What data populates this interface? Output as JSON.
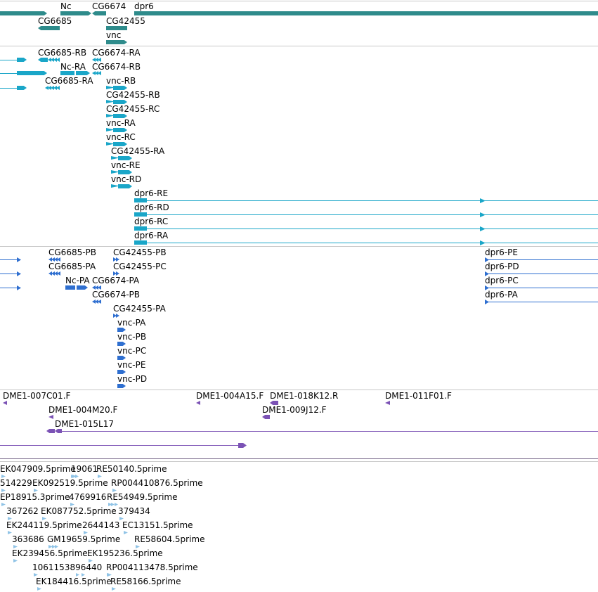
{
  "colors": {
    "gene": "#2e8b8b",
    "transcript": "#1aa6c8",
    "protein": "#2f6fd0",
    "clone": "#7b52b5",
    "est": "#8fc3e6"
  },
  "tracks": {
    "genes": {
      "labels": [
        "Nc",
        "CG6674",
        "dpr6",
        "CG6685",
        "CG42455",
        "vnc"
      ]
    },
    "transcripts": {
      "labels": [
        "CG6685-RB",
        "CG6674-RA",
        "Nc-RA",
        "CG6674-RB",
        "CG6685-RA",
        "vnc-RB",
        "CG42455-RB",
        "CG42455-RC",
        "vnc-RA",
        "vnc-RC",
        "CG42455-RA",
        "vnc-RE",
        "vnc-RD",
        "dpr6-RE",
        "dpr6-RD",
        "dpr6-RC",
        "dpr6-RA"
      ]
    },
    "proteins": {
      "labels": [
        "CG6685-PB",
        "CG42455-PB",
        "dpr6-PE",
        "CG6685-PA",
        "CG42455-PC",
        "dpr6-PD",
        "Nc-PA",
        "CG6674-PA",
        "dpr6-PC",
        "CG6674-PB",
        "dpr6-PA",
        "CG42455-PA",
        "vnc-PA",
        "vnc-PB",
        "vnc-PC",
        "vnc-PE",
        "vnc-PD"
      ]
    },
    "clones": {
      "labels": [
        "DME1-007C01.F",
        "DME1-004A15.F",
        "DME1-018K12.R",
        "DME1-011F01.F",
        "DME1-004M20.F",
        "DME1-009J12.F",
        "DME1-015L17"
      ]
    },
    "ests": {
      "labels": [
        "EK047909.5prime",
        "19061",
        "RE50140.5prime",
        "514229",
        "EK092519.5prime",
        "RP004410876.5prime",
        "EP18915.3prime",
        "4769916",
        "RE54949.5prime",
        "367262",
        "EK087752.5prime",
        "379434",
        "EK244119.5prime",
        "2644143",
        "EC13151.5prime",
        "363686",
        "GM19659.5prime",
        "RE58604.5prime",
        "EK239456.5prime",
        "EK195236.5prime",
        "1061153896440",
        "RP004113478.5prime",
        "EK184416.5prime",
        "RE58166.5prime"
      ]
    }
  }
}
